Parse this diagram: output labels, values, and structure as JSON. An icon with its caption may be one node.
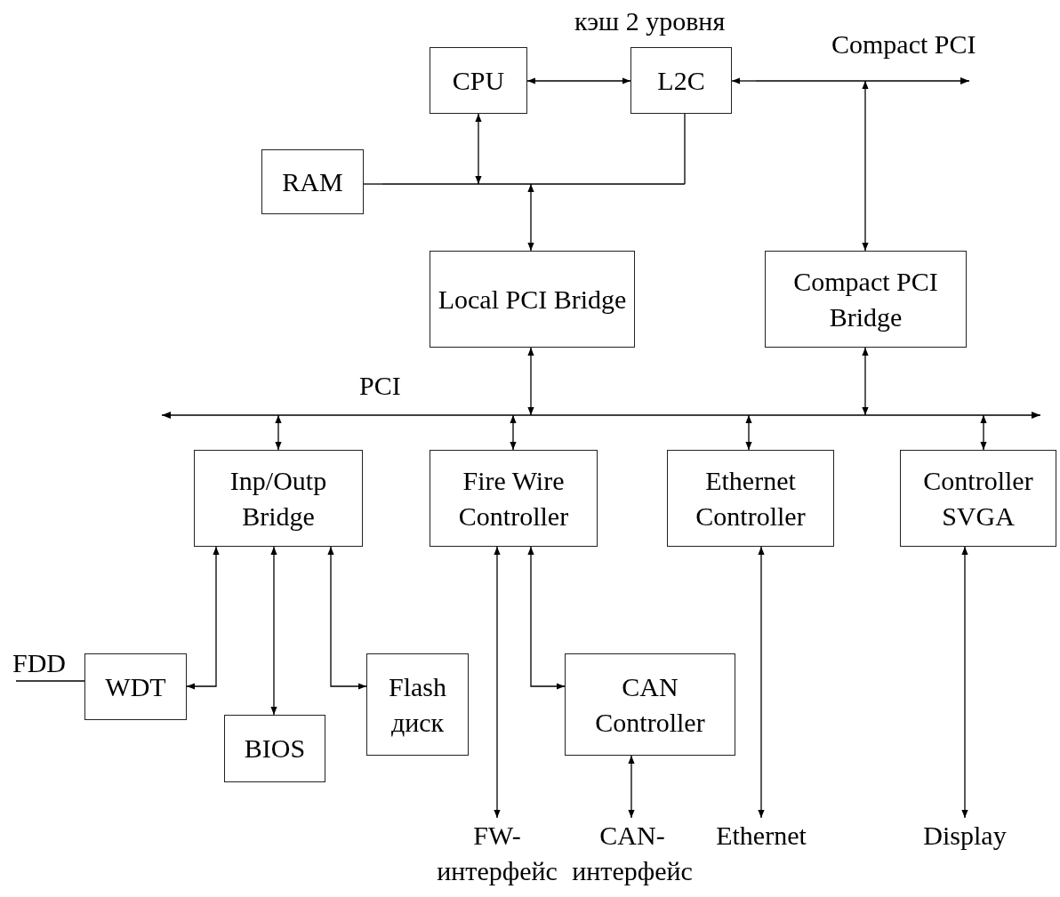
{
  "diagram": {
    "nodes": [
      {
        "text": [
          "CPU"
        ]
      },
      {
        "text": [
          "L2C"
        ],
        "beside": [
          "кэш 2 уровня"
        ]
      },
      {
        "text": [
          "Compact PCI"
        ]
      },
      {
        "text": [
          "RAM"
        ]
      },
      {
        "text": [],
        "shape": "bar"
      },
      {
        "text": [
          "Local PCI Bridge"
        ]
      },
      {
        "text": [
          "Compact PCI Bridge"
        ]
      },
      {
        "text": [
          "PCI"
        ]
      },
      {
        "text": [
          "Inp/Outp Bridge"
        ]
      },
      {
        "text": [
          "Fire Wire Controller"
        ]
      },
      {
        "text": [
          "Ethernet Controller"
        ]
      },
      {
        "text": [
          "Controller SVGA"
        ]
      },
      {
        "text": [
          "FDD"
        ]
      },
      {
        "text": [
          "WDT"
        ]
      },
      {
        "text": [
          "Flash диск"
        ]
      },
      {
        "text": [
          "CAN Controller"
        ]
      },
      {
        "text": [
          "BIOS"
        ]
      },
      {
        "text": [
          "FW-интерфейс"
        ]
      },
      {
        "text": [
          "CAN-интерфейс"
        ]
      },
      {
        "text": [
          "Ethernet"
        ]
      },
      {
        "text": [
          "Display"
        ]
      }
    ],
    "edges": [
      {
        "from": 0,
        "to": 1,
        "arrow": "both"
      },
      {
        "from": 2,
        "to": 1,
        "arrow": "to"
      },
      {
        "from": 2,
        "to": 6,
        "arrow": "both"
      },
      {
        "from": 0,
        "to": 4,
        "arrow": "both"
      },
      {
        "from": 1,
        "to": 4,
        "arrow": "none"
      },
      {
        "from": 3,
        "to": 4,
        "arrow": "none"
      },
      {
        "from": 4,
        "to": 5,
        "arrow": "both"
      },
      {
        "from": 5,
        "to": 7,
        "arrow": "both"
      },
      {
        "from": 6,
        "to": 7,
        "arrow": "both"
      },
      {
        "from": 7,
        "to": 8,
        "arrow": "both"
      },
      {
        "from": 7,
        "to": 9,
        "arrow": "both"
      },
      {
        "from": 7,
        "to": 10,
        "arrow": "both"
      },
      {
        "from": 7,
        "to": 11,
        "arrow": "both"
      },
      {
        "from": 12,
        "to": 13,
        "arrow": "none"
      },
      {
        "from": 8,
        "to": 13,
        "arrow": "both"
      },
      {
        "from": 8,
        "to": 16,
        "arrow": "both"
      },
      {
        "from": 8,
        "to": 14,
        "arrow": "both"
      },
      {
        "from": 9,
        "to": 17,
        "arrow": "both"
      },
      {
        "from": 9,
        "to": 15,
        "arrow": "both"
      },
      {
        "from": 15,
        "to": 18,
        "arrow": "both"
      },
      {
        "from": 10,
        "to": 19,
        "arrow": "both"
      },
      {
        "from": 11,
        "to": 20,
        "arrow": "both"
      }
    ]
  }
}
